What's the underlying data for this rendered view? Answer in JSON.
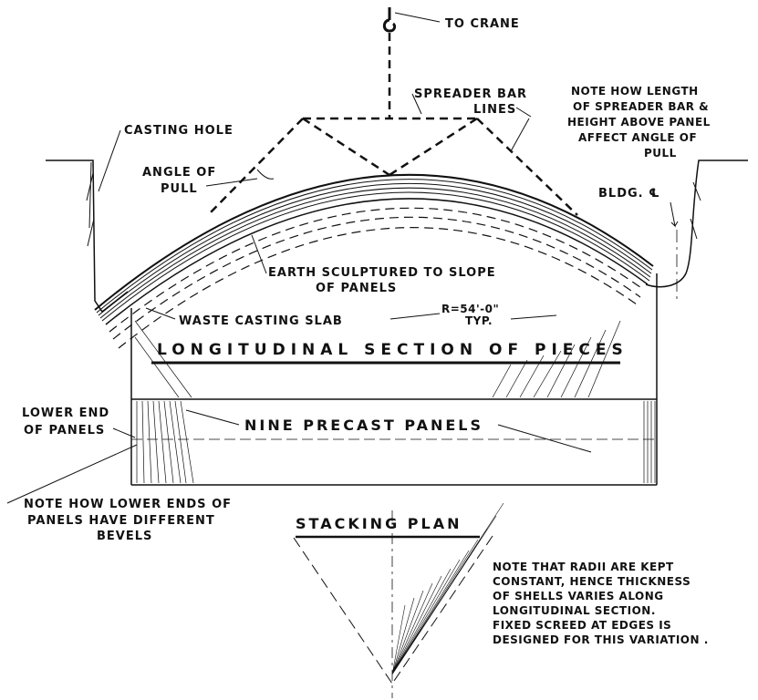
{
  "labels": {
    "to_crane": "TO CRANE",
    "spreader_bar": "SPREADER BAR",
    "lines": "LINES",
    "casting_hole": "CASTING HOLE",
    "angle_of": "ANGLE OF",
    "pull": "PULL",
    "note_spreader_1": "NOTE HOW LENGTH",
    "note_spreader_2": "OF SPREADER BAR &",
    "note_spreader_3": "HEIGHT ABOVE PANEL",
    "note_spreader_4": "AFFECT ANGLE OF",
    "note_spreader_5": "PULL",
    "bldg_cl": "BLDG. ℄",
    "earth_1": "EARTH SCULPTURED TO SLOPE",
    "earth_2": "OF PANELS",
    "waste_slab": "WASTE CASTING SLAB",
    "radius": "R=54'-0\"",
    "typ": "TYP.",
    "long_section": "LONGITUDINAL SECTION OF PIECES",
    "lower_end_1": "LOWER END",
    "lower_end_2": "OF PANELS",
    "nine_panels": "NINE PRECAST PANELS",
    "note_bevel_1": "NOTE HOW LOWER ENDS OF",
    "note_bevel_2": "PANELS HAVE DIFFERENT",
    "note_bevel_3": "BEVELS",
    "stacking_plan": "STACKING PLAN",
    "note_radii_1": "NOTE THAT RADII ARE KEPT",
    "note_radii_2": "CONSTANT, HENCE THICKNESS",
    "note_radii_3": "OF SHELLS VARIES ALONG",
    "note_radii_4": "LONGITUDINAL SECTION.",
    "note_radii_5": "FIXED SCREED AT EDGES IS",
    "note_radii_6": "DESIGNED FOR THIS VARIATION ."
  },
  "colors": {
    "ink": "#111111",
    "paper": "#ffffff"
  },
  "icons": {
    "crane_hook": "crane-hook-icon",
    "centerline": "centerline-symbol"
  }
}
